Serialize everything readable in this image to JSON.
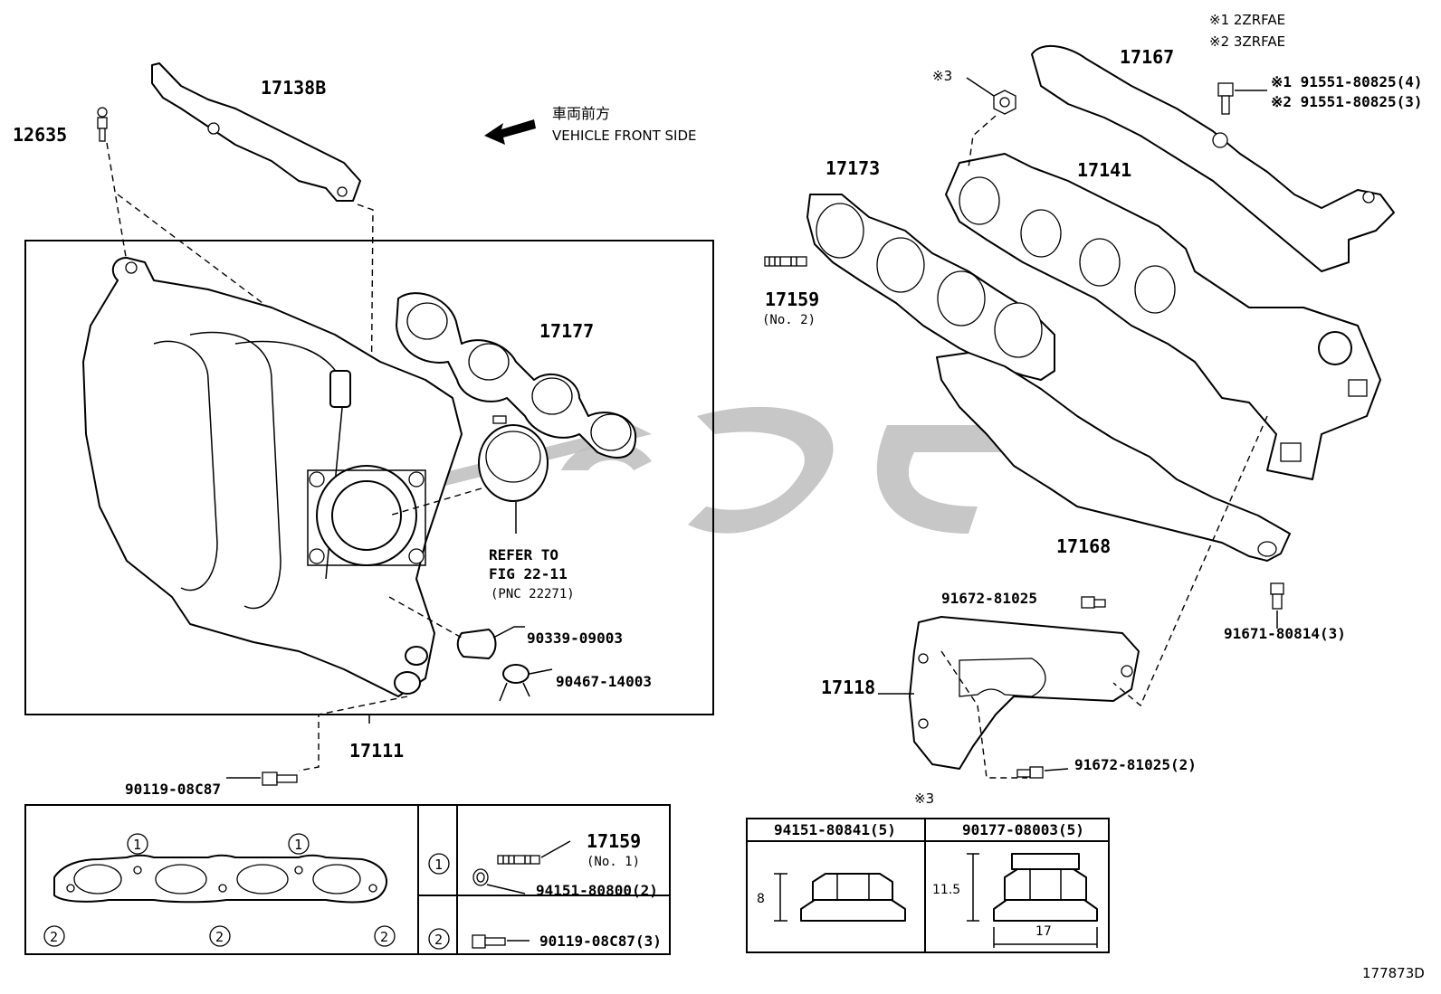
{
  "labels": {
    "p12635": "12635",
    "p17138B": "17138B",
    "front_jp": "車両前方",
    "front_en": "VEHICLE FRONT SIDE",
    "p17177": "17177",
    "refer1": "REFER TO",
    "refer2": "FIG 22-11",
    "refer3": "(PNC 22271)",
    "p90339": "90339-09003",
    "p90467": "90467-14003",
    "p17111": "17111",
    "p90119a": "90119-08C87",
    "p17159b": "17159",
    "p17159b_sub": "(No. 1)",
    "p94151a": "94151-80800(2)",
    "p90119b": "90119-08C87(3)",
    "p17173": "17173",
    "p17159a": "17159",
    "p17159a_sub": "(No. 2)",
    "p17167": "17167",
    "p17141": "17141",
    "p17168": "17168",
    "p91551a": "※1 91551-80825(4)",
    "p91551b": "※2 91551-80825(3)",
    "note_engine1": "※1 2ZRFAE",
    "note_engine2": "※2 3ZRFAE",
    "mark3a": "※3",
    "mark3b": "※3",
    "p91672a": "91672-81025",
    "p91672b": "91672-81025(2)",
    "p91671": "91671-80814(3)",
    "p17118": "17118",
    "tbl_col1": "94151-80841(5)",
    "tbl_col2": "90177-08003(5)",
    "dim8": "8",
    "dim115": "11.5",
    "dim17": "17",
    "circ1a": "1",
    "circ1b": "1",
    "circ2a": "2",
    "circ2b": "2",
    "circ2c": "2",
    "legend1": "1",
    "legend2": "2",
    "fig_id": "177873D"
  }
}
